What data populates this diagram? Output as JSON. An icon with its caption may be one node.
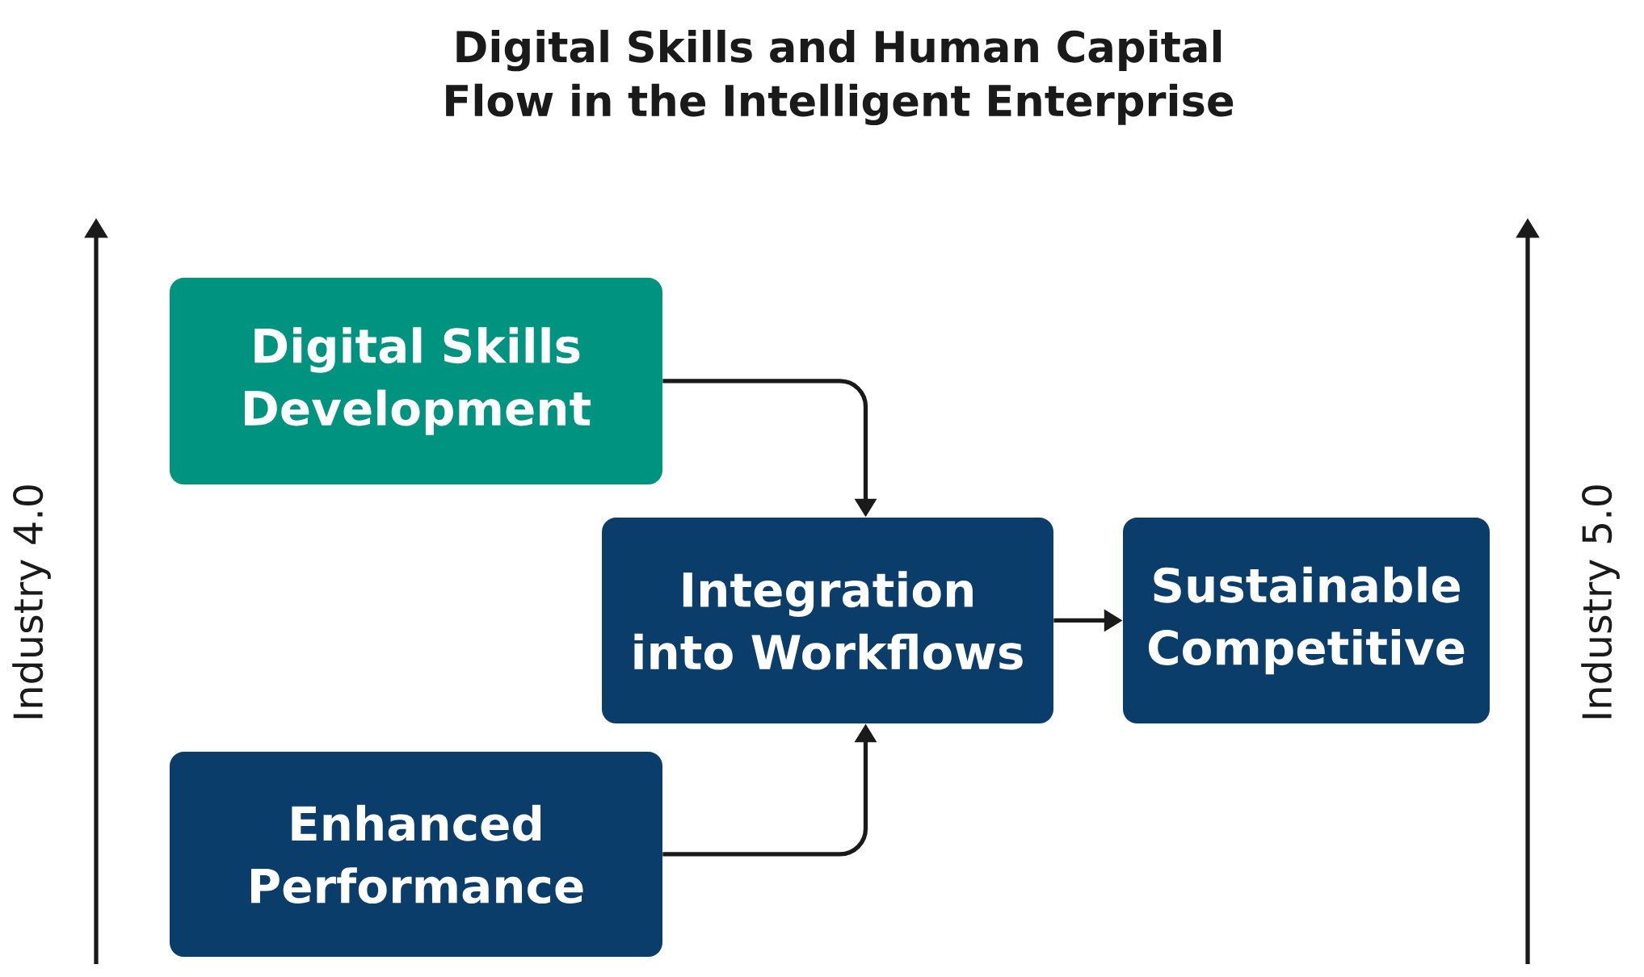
{
  "diagram": {
    "title": "Digital Skills and Human Capital Flow in the Intelligent Enterprise",
    "nodes": [
      {
        "text": [
          "Digital Skills Development"
        ]
      },
      {
        "text": [
          "Integration into Workflows"
        ]
      },
      {
        "text": [
          "Sustainable Competitive"
        ]
      },
      {
        "text": [
          "Enhanced Performance"
        ]
      }
    ],
    "edges": [
      {
        "from": 0,
        "to": 1,
        "arrow": "to"
      },
      {
        "from": 1,
        "to": 2,
        "arrow": "to"
      },
      {
        "from": 3,
        "to": 1,
        "arrow": "to"
      }
    ],
    "labels": [
      "Industry 4.0",
      "Industry 5.0"
    ]
  }
}
